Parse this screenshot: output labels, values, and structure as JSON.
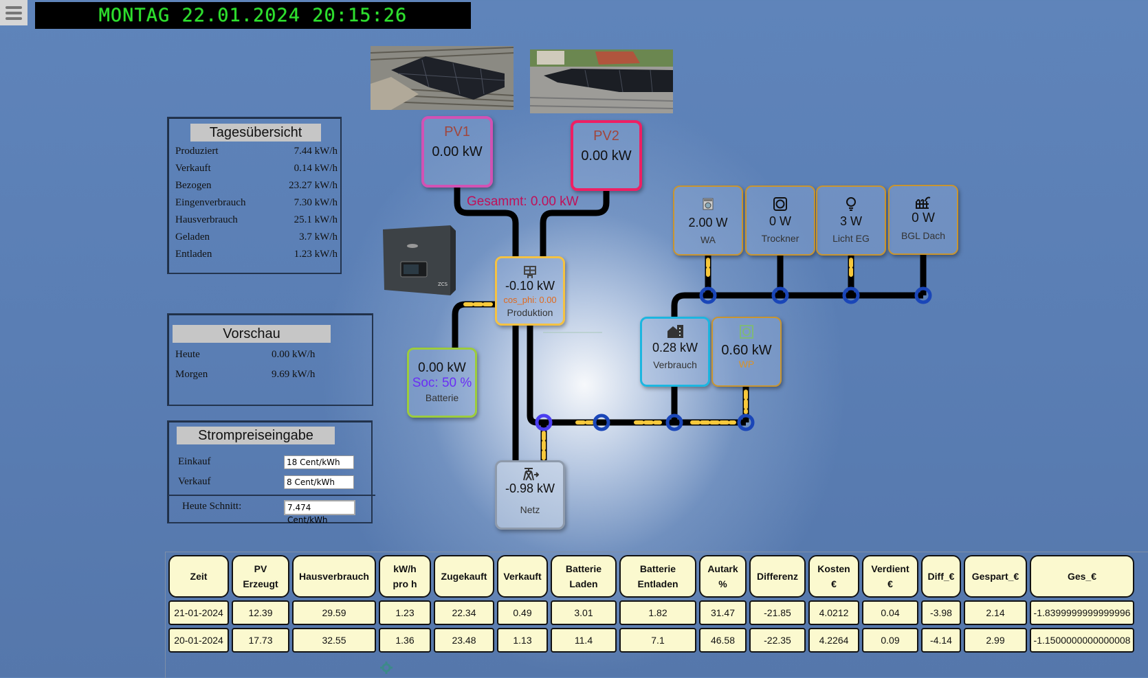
{
  "header": {
    "menu_icon": "hamburger-menu-icon",
    "clock_text": "MONTAG 22.01.2024 20:15:26"
  },
  "tagesuebersicht": {
    "title": "Tagesübersicht",
    "rows": [
      {
        "label": "Produziert",
        "value": "7.44 kW/h"
      },
      {
        "label": "Verkauft",
        "value": "0.14 kW/h"
      },
      {
        "label": "Bezogen",
        "value": "23.27 kW/h"
      },
      {
        "label": "Eingenverbrauch",
        "value": "7.30 kW/h"
      },
      {
        "label": "Hausverbrauch",
        "value": "25.1 kW/h"
      },
      {
        "label": "Geladen",
        "value": "3.7 kW/h"
      },
      {
        "label": "Entladen",
        "value": "1.23 kW/h"
      }
    ]
  },
  "vorschau": {
    "title": "Vorschau",
    "rows": [
      {
        "label": "Heute",
        "value": "0.00 kW/h"
      },
      {
        "label": "Morgen",
        "value": "9.69 kW/h"
      }
    ]
  },
  "strompreis": {
    "title": "Strompreiseingabe",
    "einkauf_label": "Einkauf",
    "einkauf_value": "18 Cent/kWh",
    "verkauf_label": "Verkauf",
    "verkauf_value": "8 Cent/kWh",
    "schnitt_label": "Heute Schnitt:",
    "schnitt_value": "7.474 Cent/kWh"
  },
  "flow": {
    "pv1": {
      "title": "PV1",
      "value": "0.00 kW",
      "color": "#d152b4"
    },
    "pv2": {
      "title": "PV2",
      "value": "0.00 kW",
      "color": "#ee1f63"
    },
    "gesamt": "Gesammt: 0.00 kW",
    "produktion": {
      "value": "-0.10 kW",
      "cos_phi": "cos_phi: 0.00",
      "label": "Produktion",
      "icon": "solar-panel-icon",
      "color": "#f5c242"
    },
    "batterie": {
      "value": "0.00 kW",
      "soc": "Soc: 50 %",
      "label": "Batterie",
      "color": "#9ccc3c"
    },
    "netz": {
      "value": "-0.98 kW",
      "label": "Netz",
      "icon": "power-grid-icon"
    },
    "verbrauch": {
      "value": "0.28 kW",
      "label": "Verbrauch",
      "icon": "house-building-icon",
      "color": "#1cb6e0"
    },
    "wp": {
      "value": "0.60 kW",
      "label": "WP",
      "icon": "heat-pump-icon"
    },
    "devices": [
      {
        "icon": "washing-machine-icon",
        "value": "2.00 W",
        "label": "WA"
      },
      {
        "icon": "dryer-icon",
        "value": "0 W",
        "label": "Trockner"
      },
      {
        "icon": "lightbulb-icon",
        "value": "3 W",
        "label": "Licht EG"
      },
      {
        "icon": "heater-icon",
        "value": "0 W",
        "label": "BGL Dach"
      }
    ]
  },
  "table": {
    "headers": [
      "Zeit",
      "PV\nErzeugt",
      "Hausverbrauch",
      "kW/h\npro h",
      "Zugekauft",
      "Verkauft",
      "Batterie\nLaden",
      "Batterie\nEntladen",
      "Autark\n%",
      "Differenz",
      "Kosten\n€",
      "Verdient\n€",
      "Diff_€",
      "Gespart_€",
      "Ges_€"
    ],
    "rows": [
      [
        "21-01-2024",
        "12.39",
        "29.59",
        "1.23",
        "22.34",
        "0.49",
        "3.01",
        "1.82",
        "31.47",
        "-21.85",
        "4.0212",
        "0.04",
        "-3.98",
        "2.14",
        "-1.8399999999999996"
      ],
      [
        "20-01-2024",
        "17.73",
        "32.55",
        "1.36",
        "23.48",
        "1.13",
        "11.4",
        "7.1",
        "46.58",
        "-22.35",
        "4.2264",
        "0.09",
        "-4.14",
        "2.99",
        "-1.1500000000000008"
      ]
    ]
  },
  "footer": {
    "settings_icon": "gear-icon"
  }
}
